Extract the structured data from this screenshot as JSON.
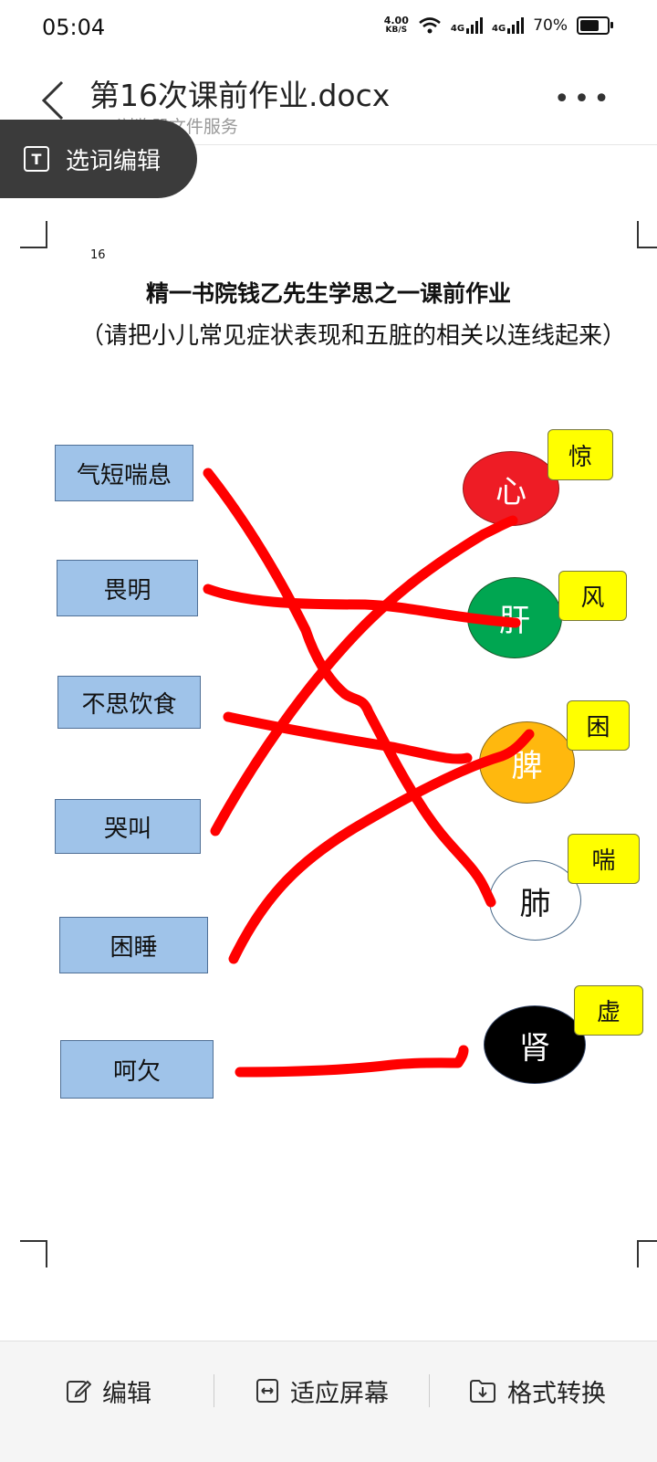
{
  "status": {
    "time": "05:04",
    "speed_value": "4.00",
    "speed_unit": "KB/S",
    "net1": "4G",
    "net2": "4G",
    "battery": "70%",
    "battery_level": 0.7
  },
  "header": {
    "title": "第16次课前作业.docx",
    "subtitle": "QQ浏览器文件服务"
  },
  "select_edit": {
    "label": "选词编辑"
  },
  "document": {
    "page_number": "16",
    "heading": "精一书院钱乙先生学思之一课前作业",
    "instruction": "（请把小儿常见症状表现和五脏的相关以连线起来）",
    "symptoms": [
      "气短喘息",
      "畏明",
      "不思饮食",
      "哭叫",
      "困睡",
      "呵欠"
    ],
    "organs": [
      {
        "name": "心",
        "tag": "惊",
        "color": "#ee1c25",
        "text_color": "#ffffff"
      },
      {
        "name": "肝",
        "tag": "风",
        "color": "#00a651",
        "text_color": "#ffffff"
      },
      {
        "name": "脾",
        "tag": "困",
        "color": "#ffb80e",
        "text_color": "#ffffff"
      },
      {
        "name": "肺",
        "tag": "喘",
        "color": "#ffffff",
        "text_color": "#111111"
      },
      {
        "name": "肾",
        "tag": "虚",
        "color": "#000000",
        "text_color": "#ffffff"
      }
    ],
    "line_color": "#ff0000"
  },
  "bottombar": {
    "edit": "编辑",
    "fit": "适应屏幕",
    "convert": "格式转换"
  }
}
